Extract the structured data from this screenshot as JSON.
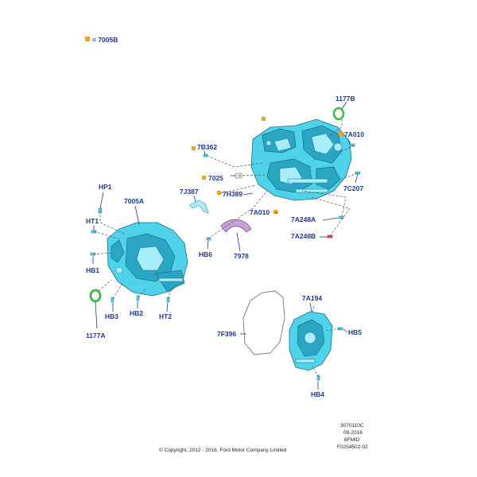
{
  "legend": {
    "swatch_color": "#f0a21f",
    "text": "= 7005B"
  },
  "labels": {
    "1177B": "1177B",
    "7A010_top": "7A010",
    "7B362": "7B362",
    "7025": "7025",
    "7J387": "7J387",
    "7H389": "7H389",
    "7C207": "7C207",
    "7A010_mid": "7A010",
    "7A248A": "7A248A",
    "7A248B": "7A248B",
    "HB6": "HB6",
    "7978": "7978",
    "HP1": "HP1",
    "7005A": "7005A",
    "HT1": "HT1",
    "HB1": "HB1",
    "1177A": "1177A",
    "HB3": "HB3",
    "HB2": "HB2",
    "HT2": "HT2",
    "7A194": "7A194",
    "7F396": "7F396",
    "HB5": "HB5",
    "HB4": "HB4"
  },
  "footer": {
    "copyright": "© Copyright, 2012 - 2016, Ford Motor Company Limited",
    "doc_code": "3070110C",
    "date": "09-2016",
    "model": "6FMID",
    "figure_id": "F0254502-02"
  },
  "colors": {
    "label": "#1b3a8c",
    "part": "#4fd3ea",
    "marker": "#f0a21f"
  }
}
